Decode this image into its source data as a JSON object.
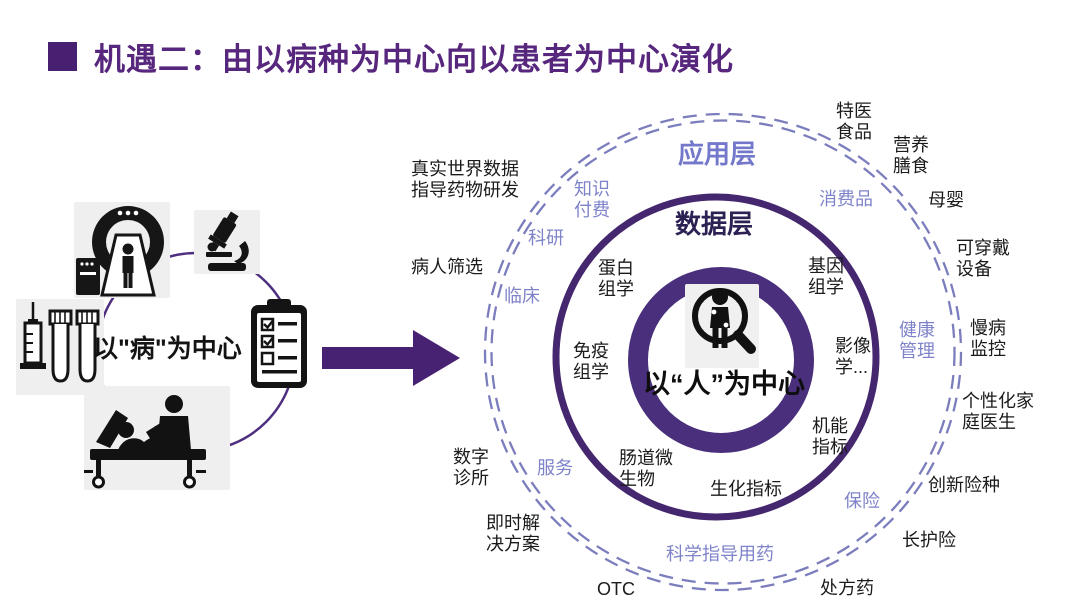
{
  "slide": {
    "title": "机遇二：由以病种为中心向以患者为中心演化"
  },
  "colors": {
    "title_purple": "#57267d",
    "dark_purple": "#482272",
    "ring_purple": "#4a2f7c",
    "dashed_ring_purple": "#7b7dbd",
    "light_purple_text": "#7e83c9",
    "data_layer_title": "#2c2152",
    "black_text": "#1b1b1b"
  },
  "left_diagram": {
    "center_label": "以\"病\"为中心",
    "icons": [
      "ct-scanner-icon",
      "microscope-icon",
      "syringe-tubes-icon",
      "checklist-icon",
      "patient-bed-icon"
    ]
  },
  "right_diagram": {
    "app_layer_title": "应用层",
    "data_layer_title": "数据层",
    "center_label": "以“人”为中心",
    "center_icon": "person-magnifier-icon",
    "data_items": [
      {
        "label": "蛋白\n组学"
      },
      {
        "label": "基因\n组学"
      },
      {
        "label": "免疫\n组学"
      },
      {
        "label": "影像\n学..."
      },
      {
        "label": "机能\n指标"
      },
      {
        "label": "肠道微\n生物"
      },
      {
        "label": "生化指标"
      }
    ],
    "app_items": [
      {
        "label": "知识\n付费"
      },
      {
        "label": "科研"
      },
      {
        "label": "临床"
      },
      {
        "label": "服务"
      },
      {
        "label": "科学指导用药"
      },
      {
        "label": "保险"
      },
      {
        "label": "健康\n管理"
      },
      {
        "label": "消费品"
      }
    ],
    "outer_items": [
      {
        "label": "真实世界数据\n指导药物研发"
      },
      {
        "label": "病人筛选"
      },
      {
        "label": "数字\n诊所"
      },
      {
        "label": "即时解\n决方案"
      },
      {
        "label": "OTC"
      },
      {
        "label": "处方药"
      },
      {
        "label": "长护险"
      },
      {
        "label": "创新险种"
      },
      {
        "label": "个性化家\n庭医生"
      },
      {
        "label": "慢病\n监控"
      },
      {
        "label": "可穿戴\n设备"
      },
      {
        "label": "母婴"
      },
      {
        "label": "营养\n膳食"
      },
      {
        "label": "特医\n食品"
      }
    ]
  }
}
